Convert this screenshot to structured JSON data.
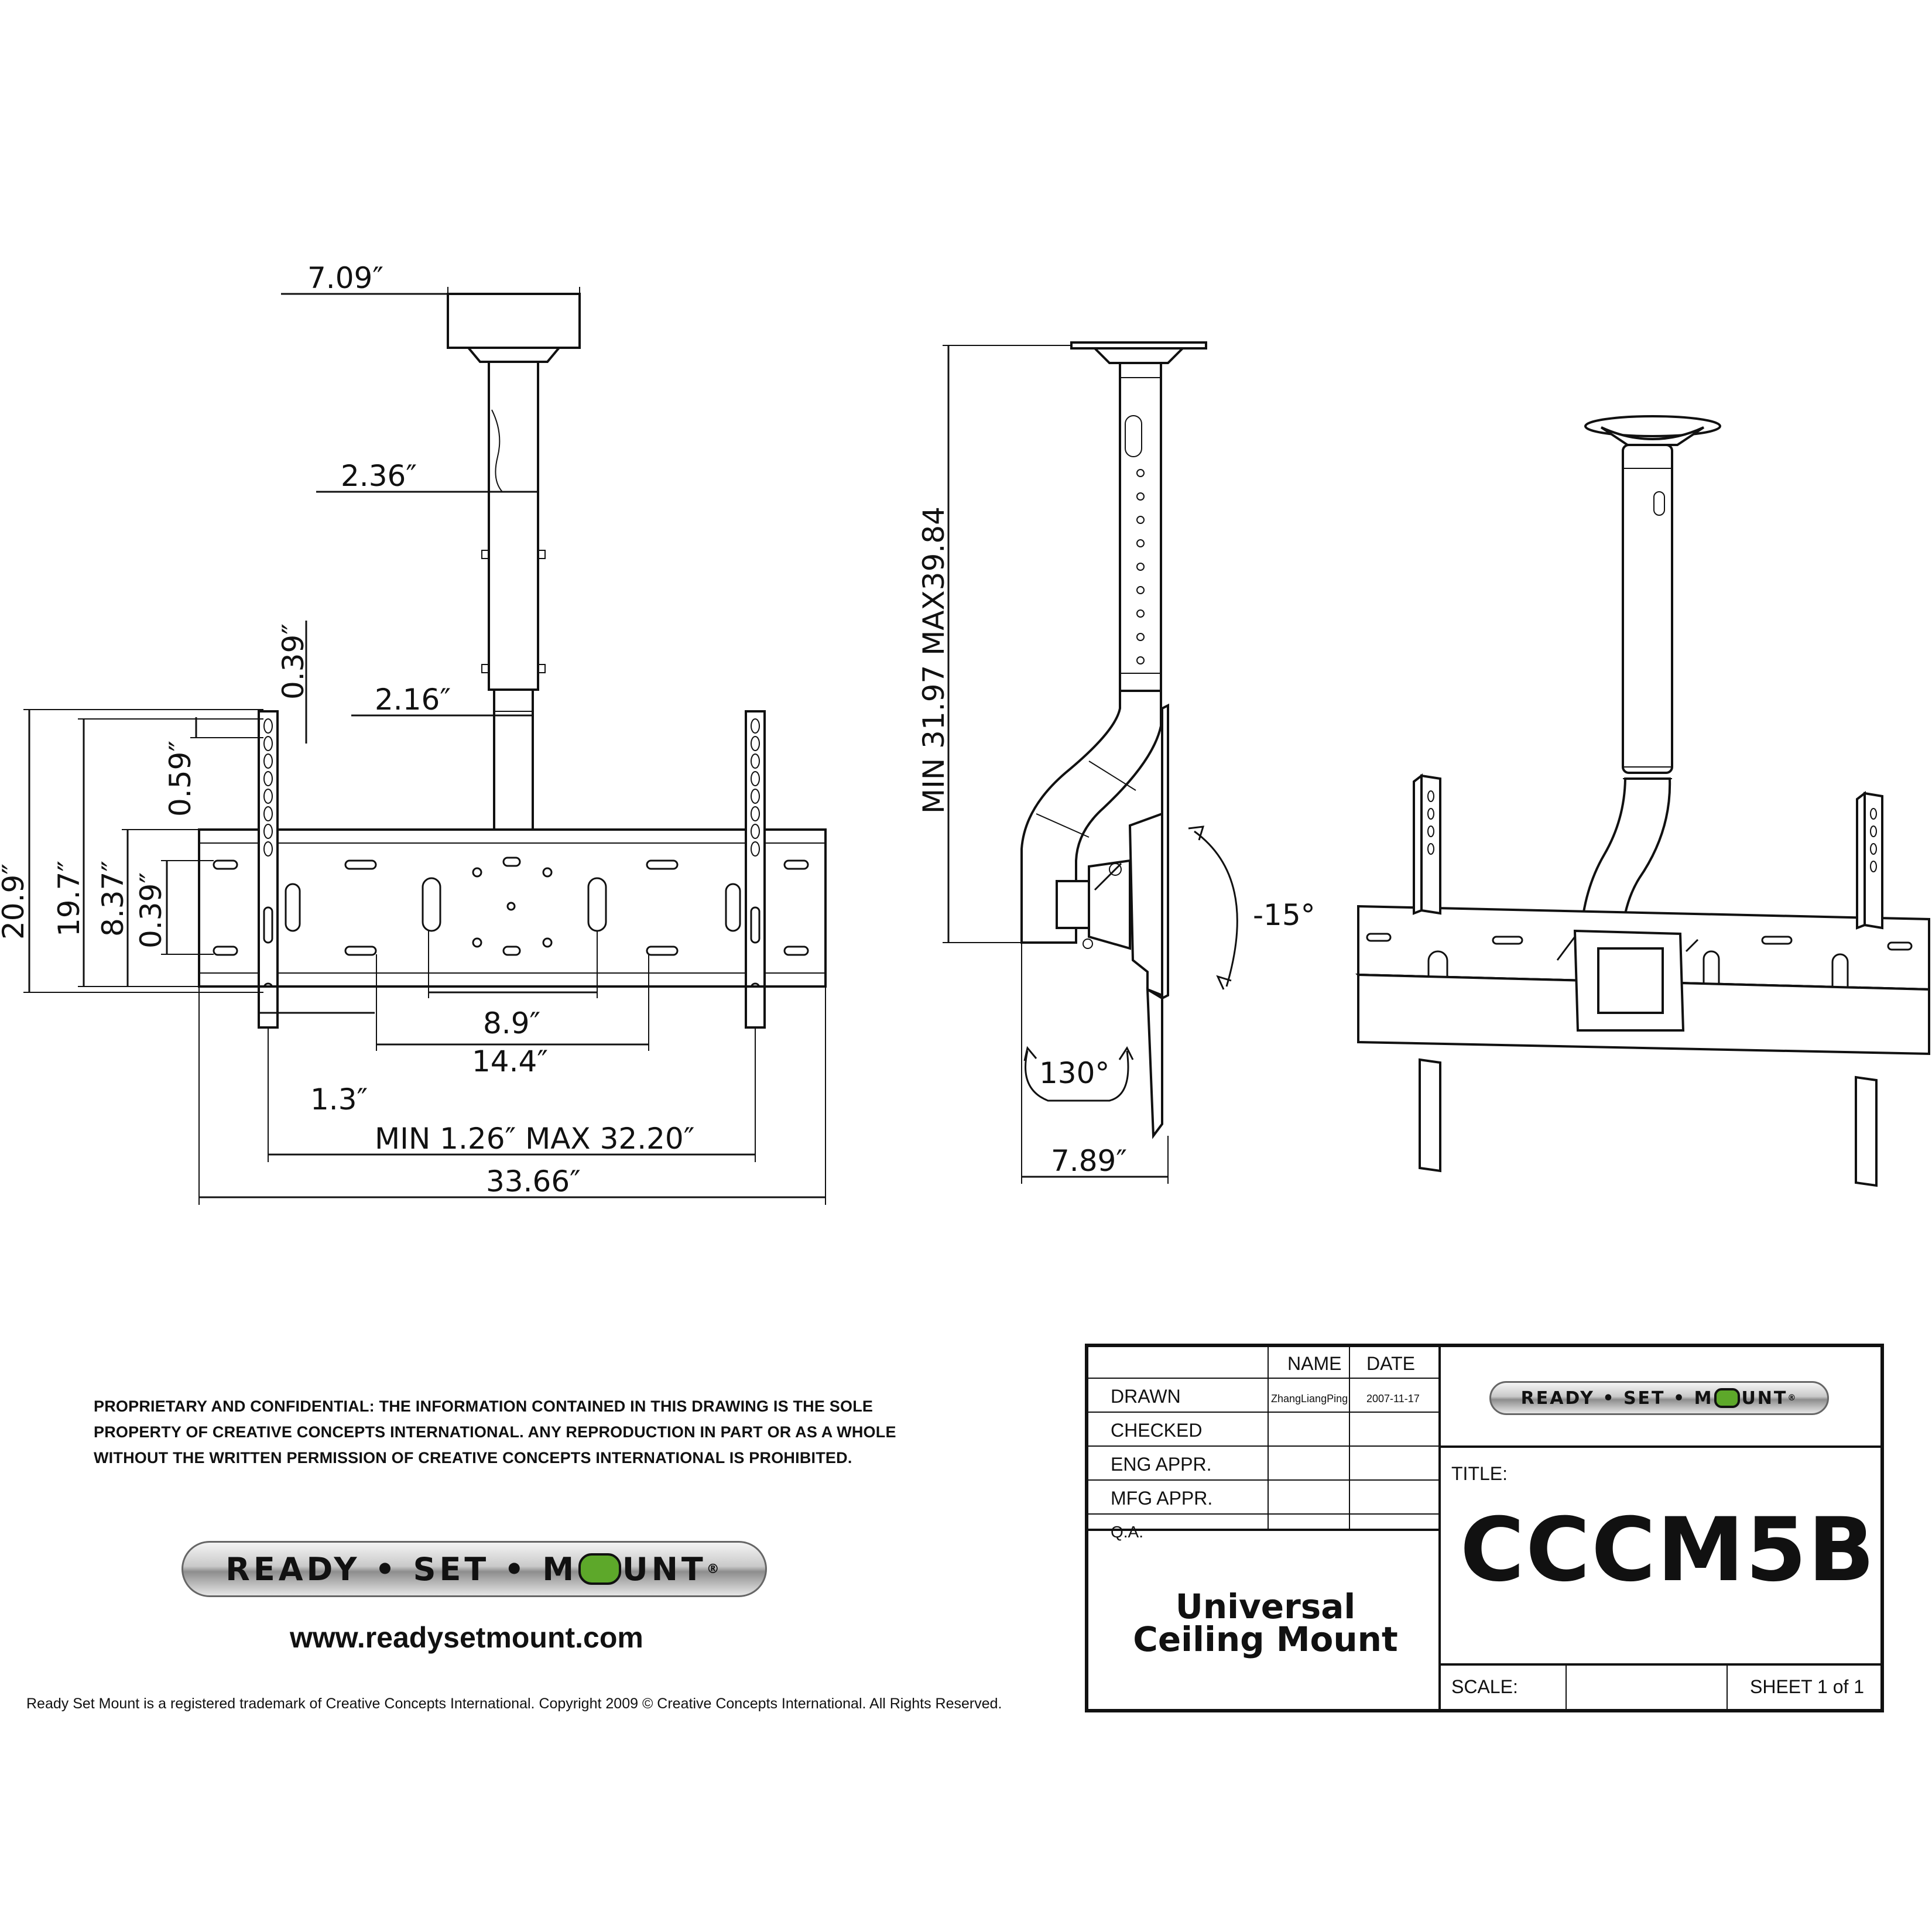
{
  "dimensions": {
    "front_top_width": "7.09″",
    "front_pole_outer": "2.36″",
    "front_pole_inner": "2.16″",
    "front_gap_top": "0.39″",
    "front_slot_offset": "0.59″",
    "front_total_height": "20.9″",
    "front_rail_height": "19.7″",
    "front_plate_height": "8.37″",
    "front_slot_height": "0.39″",
    "front_center_spacing": "8.9″",
    "front_slot_spacing": "14.4″",
    "front_rail_width": "1.3″",
    "front_rail_range": "MIN 1.26″ MAX 32.20″",
    "front_total_width": "33.66″",
    "side_height": "MIN 31.97 MAX39.84",
    "side_tilt": "-15°",
    "side_swivel": "130°",
    "side_depth": "7.89″"
  },
  "notice": "PROPRIETARY AND CONFIDENTIAL: THE INFORMATION CONTAINED IN THIS DRAWING IS THE SOLE PROPERTY OF CREATIVE CONCEPTS INTERNATIONAL. ANY REPRODUCTION IN PART OR AS A WHOLE WITHOUT THE WRITTEN PERMISSION OF CREATIVE CONCEPTS INTERNATIONAL IS PROHIBITED.",
  "logo": {
    "part1": "READY • SET • M",
    "part2": "UNT",
    "reg": "®"
  },
  "website": "www.readysetmount.com",
  "copyright": "Ready Set Mount is a registered trademark of Creative Concepts International. Copyright 2009 © Creative Concepts International. All Rights Reserved.",
  "title_block": {
    "col_name": "NAME",
    "col_date": "DATE",
    "rows": [
      "DRAWN",
      "CHECKED",
      "ENG APPR.",
      "MFG APPR.",
      "Q.A."
    ],
    "drawn_name": "ZhangLiangPing",
    "drawn_date": "2007-11-17",
    "title_label": "TITLE:",
    "model": "CCCM5B",
    "product_line1": "Universal",
    "product_line2": "Ceiling Mount",
    "scale_label": "SCALE:",
    "sheet": "SHEET 1 of 1"
  }
}
